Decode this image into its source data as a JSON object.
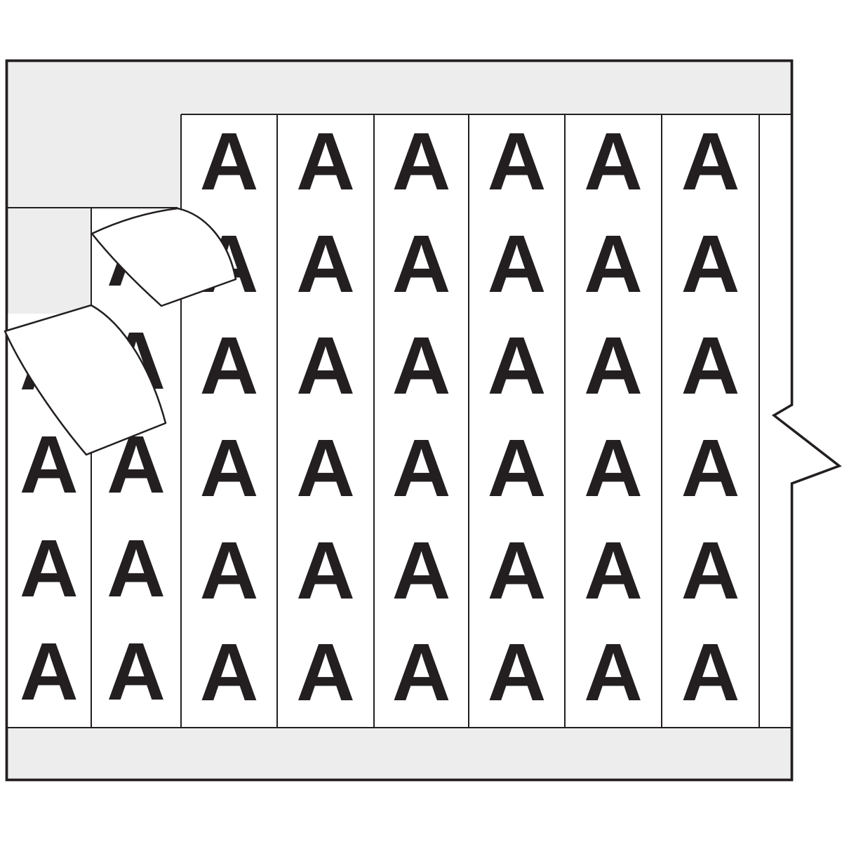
{
  "card": {
    "name": "wire-marker-card",
    "marker_letter": "A",
    "columns": [
      {
        "id": "column-1",
        "cells": 4
      },
      {
        "id": "column-2",
        "cells": 5
      },
      {
        "id": "column-3",
        "cells": 6
      },
      {
        "id": "column-4",
        "cells": 6
      },
      {
        "id": "column-5",
        "cells": 6
      },
      {
        "id": "column-6",
        "cells": 6
      },
      {
        "id": "column-7",
        "cells": 6
      },
      {
        "id": "column-8",
        "cells": 6
      },
      {
        "id": "column-9-partial",
        "cells": 0
      }
    ],
    "peeling_labels_count": 2,
    "colors": {
      "page_background": "#ffffff",
      "card_liner": "#ededed",
      "label_face": "#ffffff",
      "ink": "#231f20"
    }
  }
}
